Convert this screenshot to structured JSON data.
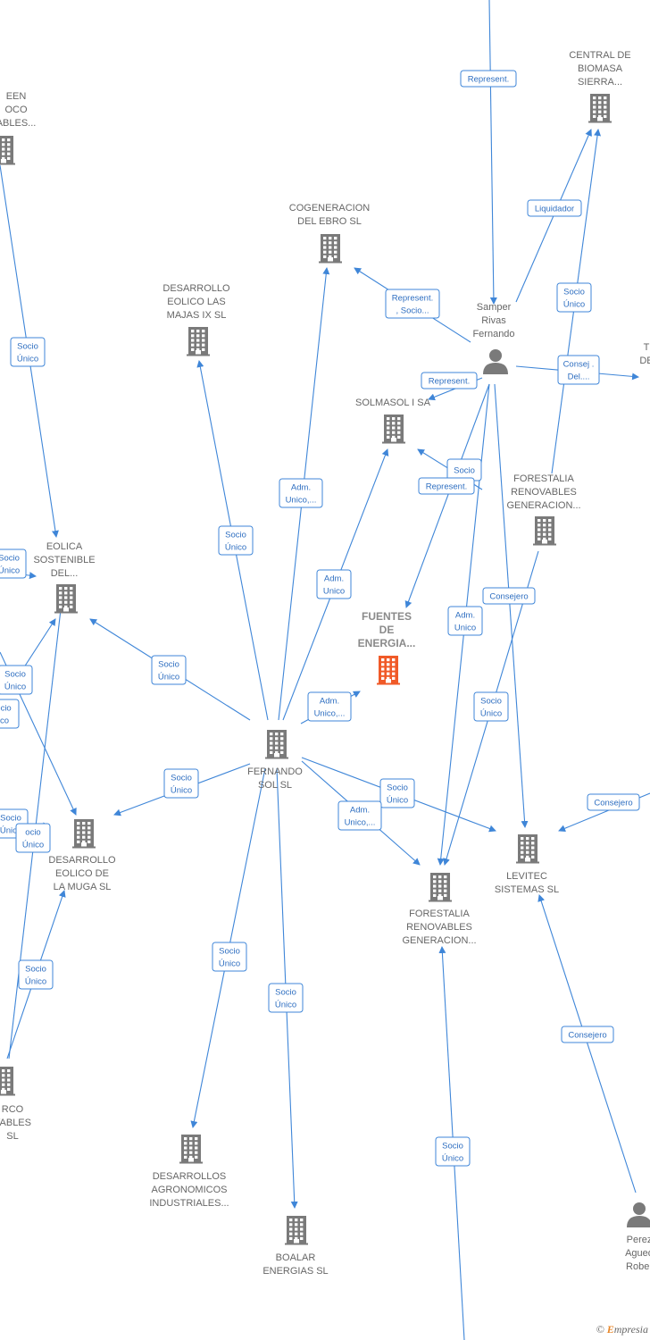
{
  "colors": {
    "edge": "#3f86d8",
    "node": "#7a7a7a",
    "focus": "#f05a28",
    "label": "#666666"
  },
  "nodes": [
    {
      "id": "fuentes",
      "lines": [
        "FUENTES",
        "DE",
        "ENERGIA..."
      ],
      "type": "building",
      "focus": true
    },
    {
      "id": "fernando",
      "lines": [
        "FERNANDO",
        "SOL SL"
      ],
      "type": "building"
    },
    {
      "id": "samper",
      "lines": [
        "Samper",
        "Rivas",
        "Fernando"
      ],
      "type": "person"
    },
    {
      "id": "central",
      "lines": [
        "CENTRAL DE",
        "BIOMASA",
        "SIERRA..."
      ],
      "type": "building"
    },
    {
      "id": "cogeneracion",
      "lines": [
        "COGENERACION",
        "DEL EBRO  SL"
      ],
      "type": "building"
    },
    {
      "id": "majas",
      "lines": [
        "DESARROLLO",
        "EOLICO LAS",
        "MAJAS IX  SL"
      ],
      "type": "building"
    },
    {
      "id": "solmasol",
      "lines": [
        "SOLMASOL I SA"
      ],
      "type": "building"
    },
    {
      "id": "forestalia1",
      "lines": [
        "FORESTALIA",
        "RENOVABLES",
        "GENERACION..."
      ],
      "type": "building"
    },
    {
      "id": "eolica",
      "lines": [
        "EOLICA",
        "SOSTENIBLE",
        "DEL..."
      ],
      "type": "building"
    },
    {
      "id": "green",
      "lines": [
        "EEN",
        "OCO",
        "ABLES..."
      ],
      "type": "building"
    },
    {
      "id": "muga",
      "lines": [
        "DESARROLLO",
        "EOLICO DE",
        "LA MUGA SL"
      ],
      "type": "building"
    },
    {
      "id": "forestalia2",
      "lines": [
        "FORESTALIA",
        "RENOVABLES",
        "GENERACION..."
      ],
      "type": "building"
    },
    {
      "id": "levitec",
      "lines": [
        "LEVITEC",
        "SISTEMAS  SL"
      ],
      "type": "building"
    },
    {
      "id": "agronomicos",
      "lines": [
        "DESARROLLOS",
        "AGRONOMICOS",
        "INDUSTRIALES..."
      ],
      "type": "building"
    },
    {
      "id": "boalar",
      "lines": [
        "BOALAR",
        "ENERGIAS  SL"
      ],
      "type": "building"
    },
    {
      "id": "parco",
      "lines": [
        "RCO",
        "VABLES",
        "SL"
      ],
      "type": "building"
    },
    {
      "id": "perez",
      "lines": [
        "Perez",
        "Agued",
        "Rober"
      ],
      "type": "person"
    },
    {
      "id": "tde",
      "lines": [
        "T",
        "DE"
      ],
      "type": "text"
    }
  ],
  "edges": [
    {
      "id": "e-top",
      "lines": [
        "Represent."
      ]
    },
    {
      "id": "e-liq",
      "lines": [
        "Liquidador"
      ]
    },
    {
      "id": "e-rep-cog",
      "lines": [
        "Represent.",
        ", Socio..."
      ]
    },
    {
      "id": "e-socio-central",
      "lines": [
        "Socio",
        "Único"
      ]
    },
    {
      "id": "e-consej",
      "lines": [
        "Consej .",
        "Del...."
      ]
    },
    {
      "id": "e-rep-solm",
      "lines": [
        "Represent."
      ]
    },
    {
      "id": "e-socio-solm",
      "lines": [
        "Socio"
      ]
    },
    {
      "id": "e-rep-fuentes",
      "lines": [
        "Represent."
      ]
    },
    {
      "id": "e-adm-cog",
      "lines": [
        "Adm.",
        "Unico,..."
      ]
    },
    {
      "id": "e-socio-majas",
      "lines": [
        "Socio",
        "Único"
      ]
    },
    {
      "id": "e-adm-solm",
      "lines": [
        "Adm.",
        "Unico"
      ]
    },
    {
      "id": "e-socio-green",
      "lines": [
        "Socio",
        "Único"
      ]
    },
    {
      "id": "e-consejero-f1",
      "lines": [
        "Consejero"
      ]
    },
    {
      "id": "e-adm-samper",
      "lines": [
        "Adm.",
        "Unico"
      ]
    },
    {
      "id": "e-socio-eolica",
      "lines": [
        "Socio",
        "Único"
      ]
    },
    {
      "id": "e-adm-fuentes",
      "lines": [
        "Adm.",
        "Unico,..."
      ]
    },
    {
      "id": "e-socio-f1",
      "lines": [
        "Socio",
        "Único"
      ]
    },
    {
      "id": "e-socio-muga",
      "lines": [
        "Socio",
        "Único"
      ]
    },
    {
      "id": "e-socio-levitec",
      "lines": [
        "Socio",
        "Único"
      ]
    },
    {
      "id": "e-adm-f2",
      "lines": [
        "Adm.",
        "Unico,..."
      ]
    },
    {
      "id": "e-consejero-lev",
      "lines": [
        "Consejero"
      ]
    },
    {
      "id": "e-socio-left1",
      "lines": [
        "Socio",
        "Único"
      ]
    },
    {
      "id": "e-socio-left2",
      "lines": [
        "Socio",
        "Único"
      ]
    },
    {
      "id": "e-socio-left3",
      "lines": [
        "ocio",
        "ico"
      ]
    },
    {
      "id": "e-socio-left4",
      "lines": [
        "Socio",
        "Único"
      ]
    },
    {
      "id": "e-socio-left5",
      "lines": [
        "ocio",
        "Único"
      ]
    },
    {
      "id": "e-socio-parco",
      "lines": [
        "Socio",
        "Único"
      ]
    },
    {
      "id": "e-socio-agro",
      "lines": [
        "Socio",
        "Único"
      ]
    },
    {
      "id": "e-socio-boalar",
      "lines": [
        "Socio",
        "Único"
      ]
    },
    {
      "id": "e-socio-bottom",
      "lines": [
        "Socio",
        "Único"
      ]
    },
    {
      "id": "e-consejero-perez",
      "lines": [
        "Consejero"
      ]
    }
  ],
  "footer": {
    "copyright": "©",
    "brand_initial": "E",
    "brand_rest": "mpresia"
  }
}
